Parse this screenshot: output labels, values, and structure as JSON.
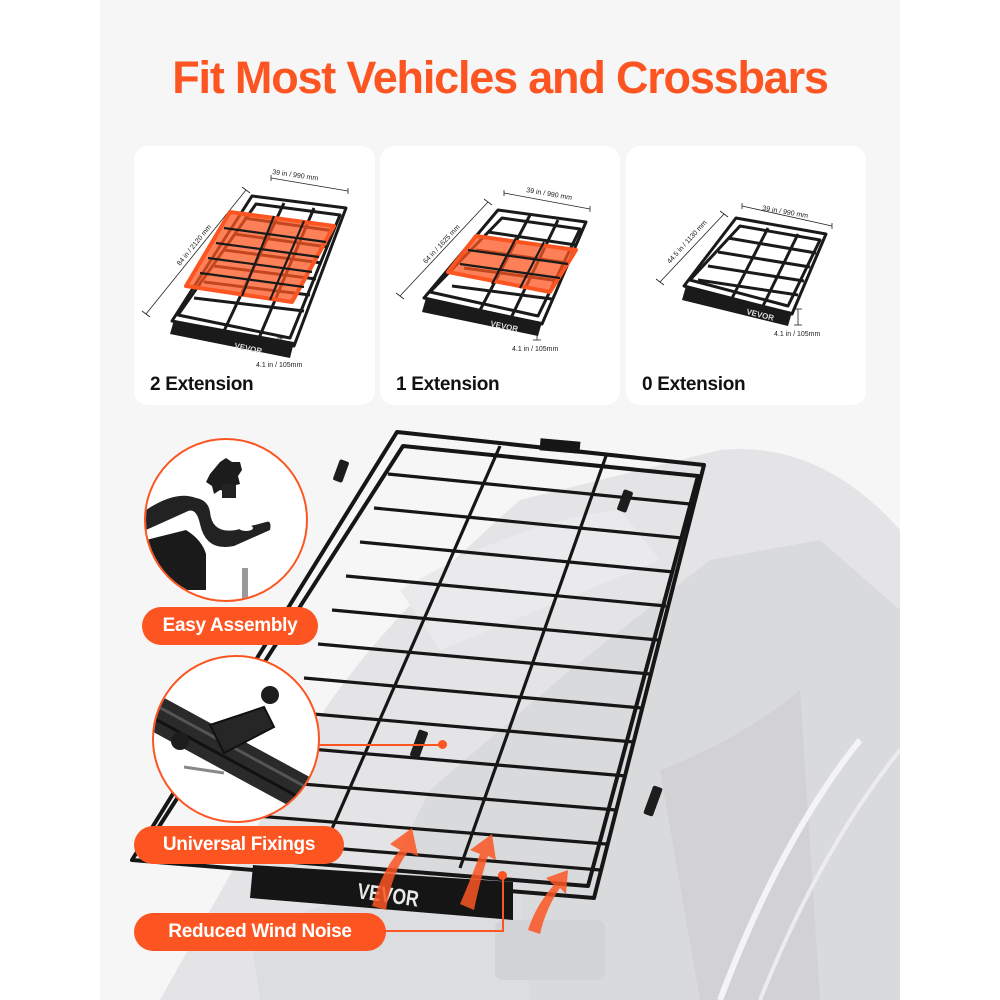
{
  "title": "Fit Most Vehicles and Crossbars",
  "brand": "VEVOR",
  "colors": {
    "accent": "#fc5522",
    "panel_bg": "#f6f6f6",
    "card_bg": "#ffffff",
    "rack": "#1a1a1a",
    "text_dark": "#111111"
  },
  "configurations": [
    {
      "label": "2 Extension",
      "length": "84 in / 2120 mm",
      "width": "39 in / 990 mm",
      "height": "4.1 in / 105mm"
    },
    {
      "label": "1 Extension",
      "length": "64 in / 1625 mm",
      "width": "39 in / 990 mm",
      "height": "4.1 in / 105mm"
    },
    {
      "label": "0 Extension",
      "length": "44.5 in / 1130 mm",
      "width": "39 in / 990 mm",
      "height": "4.1 in / 105mm"
    }
  ],
  "features": [
    {
      "label": "Easy Assembly",
      "icon": "knob-bracket-hardware-icon"
    },
    {
      "label": "Universal Fixings",
      "icon": "crossbar-clamp-icon"
    },
    {
      "label": "Reduced Wind Noise",
      "icon": "wind-fairing-arrows-icon"
    }
  ]
}
